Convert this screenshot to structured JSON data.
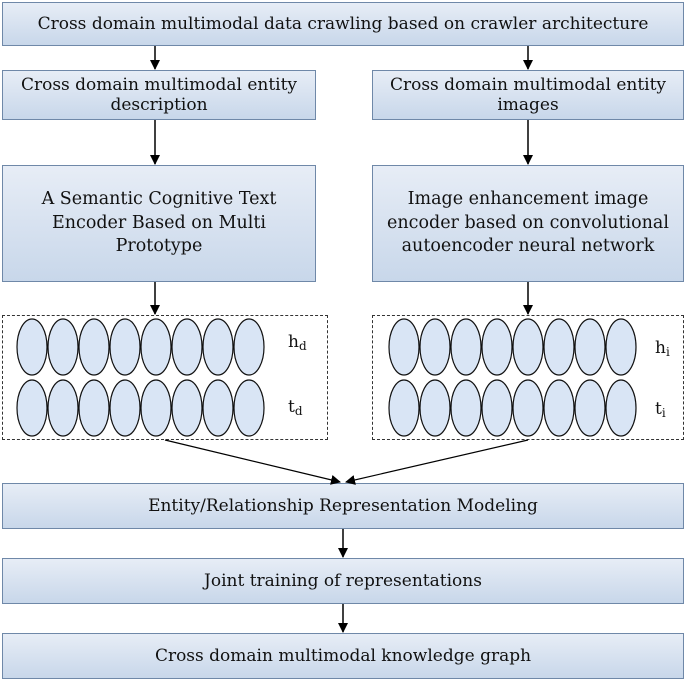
{
  "boxes": {
    "crawling": "Cross domain multimodal data crawling based on crawler architecture",
    "entity_description": "Cross domain multimodal entity description",
    "entity_images": "Cross domain multimodal entity images",
    "text_encoder": "A Semantic Cognitive Text Encoder Based on Multi Prototype",
    "image_encoder": "Image enhancement image encoder based on convolutional autoencoder neural network",
    "representation_modeling": "Entity/Relationship Representation Modeling",
    "joint_training": "Joint training of representations",
    "knowledge_graph": "Cross domain multimodal knowledge graph"
  },
  "vectors": {
    "left": {
      "h_base": "h",
      "h_sub": "d",
      "t_base": "t",
      "t_sub": "d"
    },
    "right": {
      "h_base": "h",
      "h_sub": "i",
      "t_base": "t",
      "t_sub": "i"
    }
  },
  "colors": {
    "box_fill": "#d5e0ef",
    "box_border": "#6f88a8",
    "line": "#000000"
  }
}
